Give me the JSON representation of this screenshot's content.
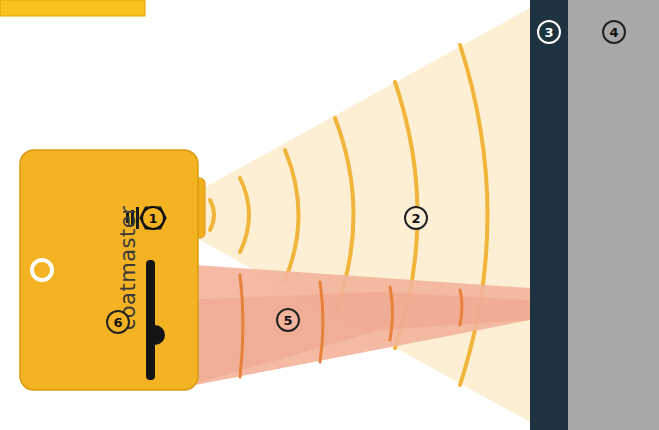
{
  "diagram": {
    "labels": [
      "coatmaster",
      "1",
      "2",
      "3",
      "4",
      "5",
      "6"
    ]
  }
}
